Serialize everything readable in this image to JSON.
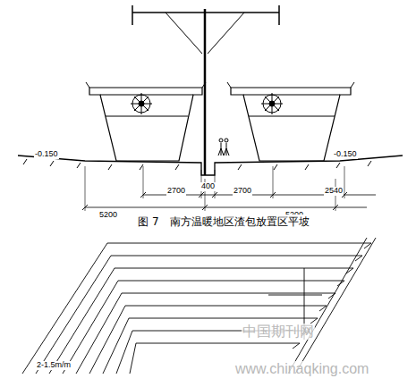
{
  "diagram": {
    "caption": "图 7　南方温暖地区渣包放置区平坡",
    "labels": [
      "-0.150",
      "-0.150",
      "2700",
      "400",
      "2700",
      "2540",
      "5200",
      "5200",
      "2-1.5m/m",
      "中国期刊网",
      "www.chinaqking.com"
    ]
  }
}
